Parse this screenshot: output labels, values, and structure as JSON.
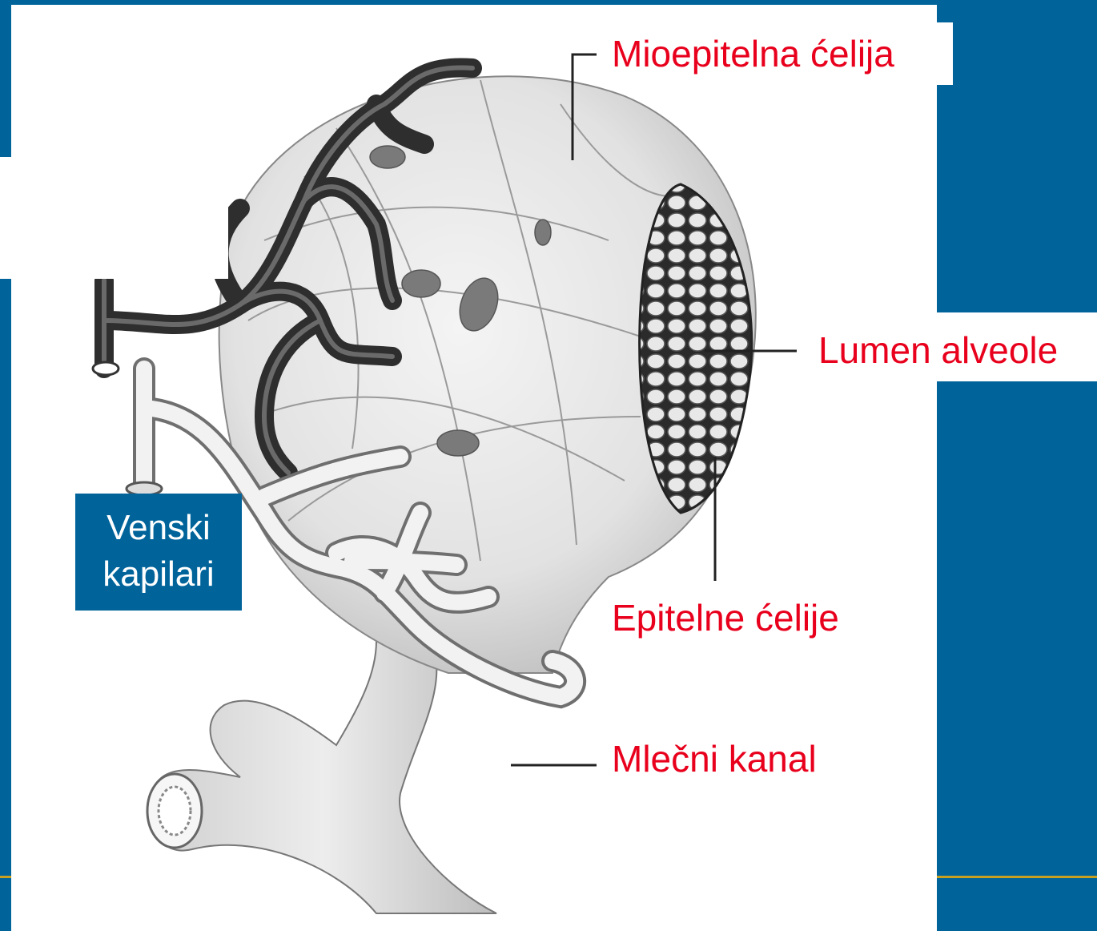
{
  "colors": {
    "slide_background": "#00649b",
    "accent_line": "#c8a020",
    "label_red": "#e8001c",
    "label_box_bg": "#00649b",
    "label_box_text": "#ffffff"
  },
  "labels": {
    "mioepitelna": "Mioepitelna ćelija",
    "lumen": "Lumen alveole",
    "epitelne": "Epitelne ćelije",
    "mlecni": "Mlečni kanal",
    "venski_line1": "Venski",
    "venski_line2": "kapilari"
  }
}
